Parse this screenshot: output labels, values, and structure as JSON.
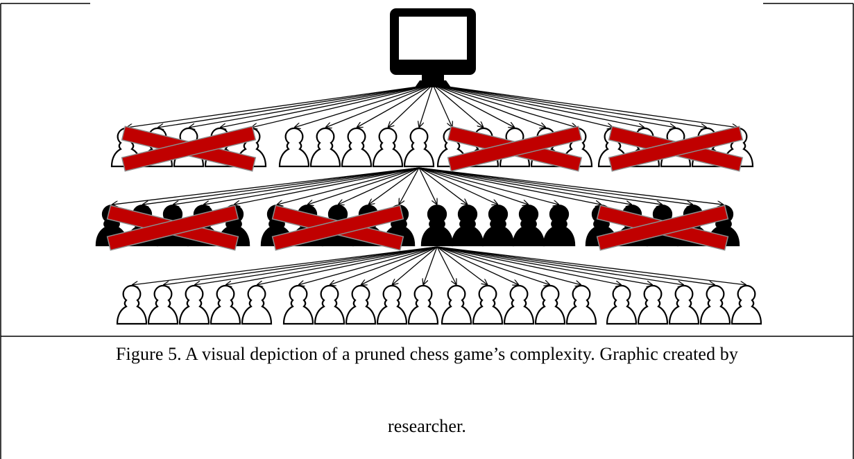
{
  "diagram": {
    "root": {
      "icon": "monitor-icon"
    },
    "levels": [
      {
        "piece_color": "white",
        "count": 20,
        "groups": [
          5,
          5,
          5,
          5
        ],
        "pruned_groups": [
          0,
          2,
          3
        ],
        "expanded_index": 9
      },
      {
        "piece_color": "black",
        "count": 20,
        "groups": [
          5,
          5,
          5,
          5
        ],
        "pruned_groups": [
          0,
          1,
          3
        ],
        "expanded_index": 10
      },
      {
        "piece_color": "white",
        "count": 20,
        "groups": [
          5,
          5,
          5,
          5
        ],
        "pruned_groups": []
      }
    ],
    "colors": {
      "line": "#000000",
      "white_fill": "#ffffff",
      "black_fill": "#000000",
      "prune_cross": "#c00000",
      "prune_cross_border": "#8c8c8c"
    },
    "piece_icon": "pawn-icon",
    "prune_icon": "cross-icon"
  },
  "caption": {
    "line1": "Figure 5. A visual depiction of a pruned chess game’s complexity. Graphic created by",
    "line2": "researcher."
  }
}
